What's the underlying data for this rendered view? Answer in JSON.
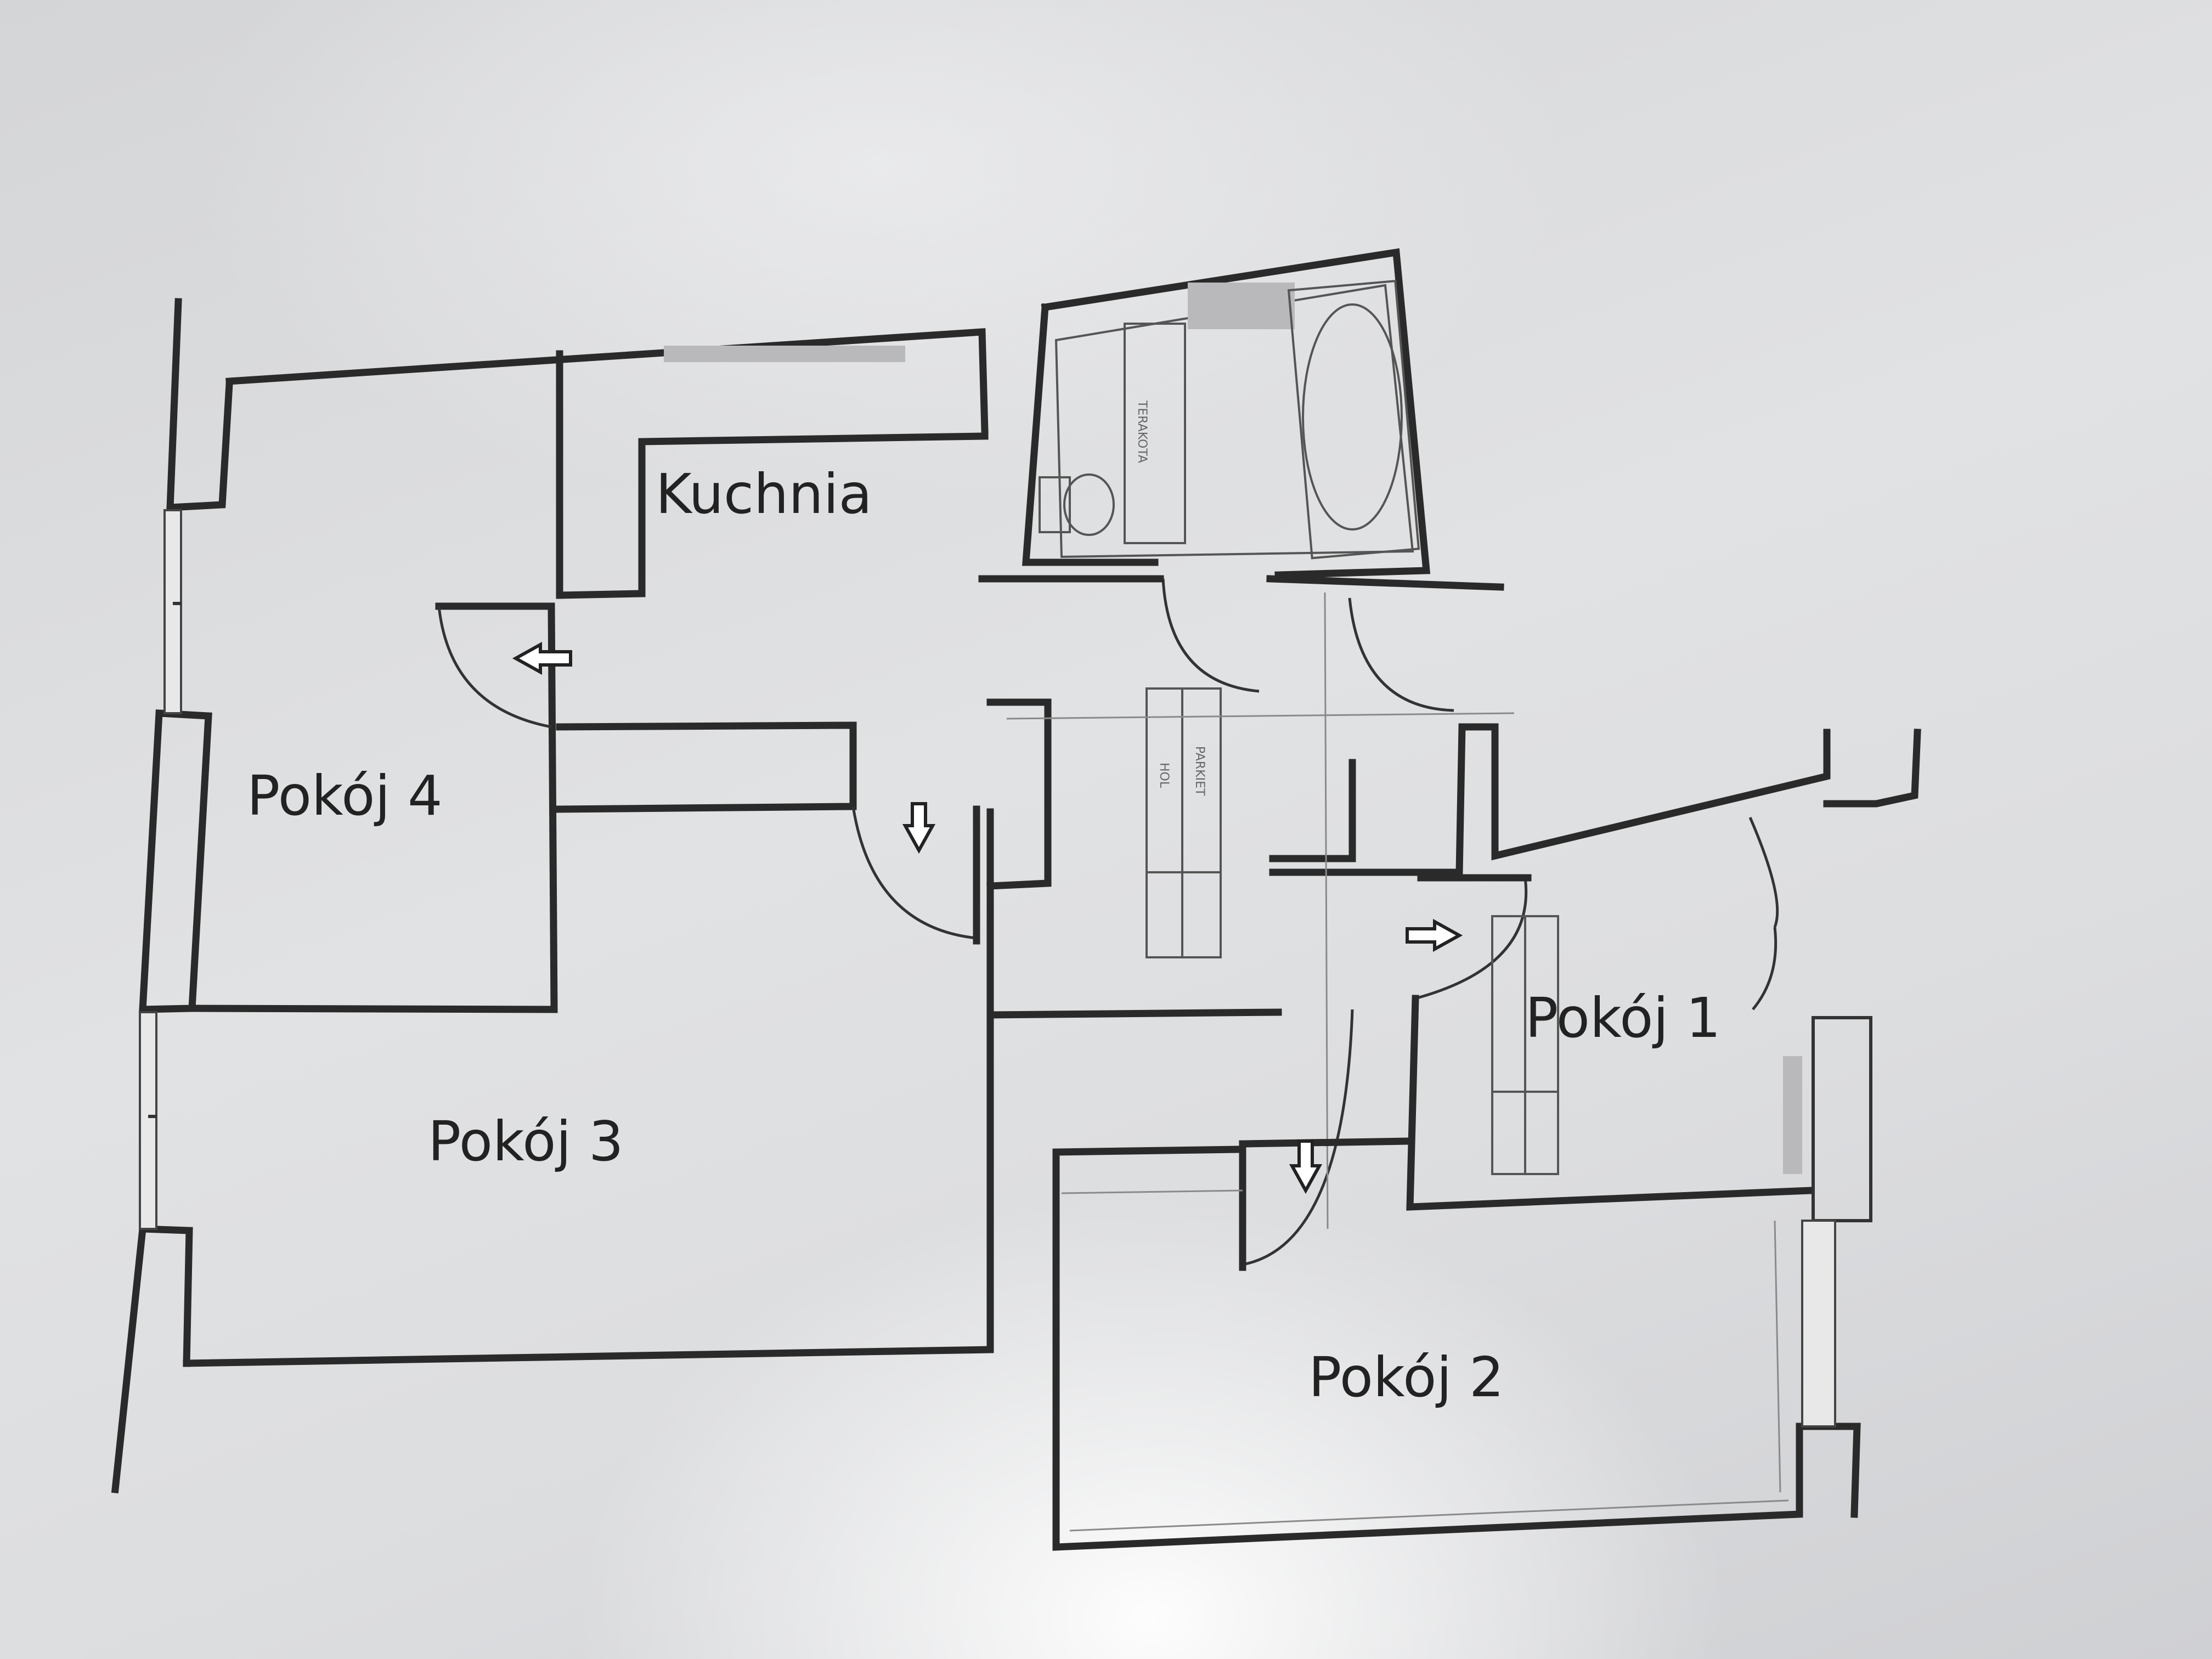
{
  "rooms": {
    "kuchnia": "Kuchnia",
    "pokoj4": "Pokój 4",
    "pokoj3": "Pokój 3",
    "pokoj1": "Pokój 1",
    "pokoj2": "Pokój 2"
  },
  "fixture_labels": {
    "tiles_bathroom": "TERAKOTA",
    "parquet_hall": "PARKIET",
    "hall_label": "HOL"
  },
  "colors": {
    "paper": "#e2e3e5",
    "wall": "#2a2a2a",
    "text": "#222222"
  }
}
